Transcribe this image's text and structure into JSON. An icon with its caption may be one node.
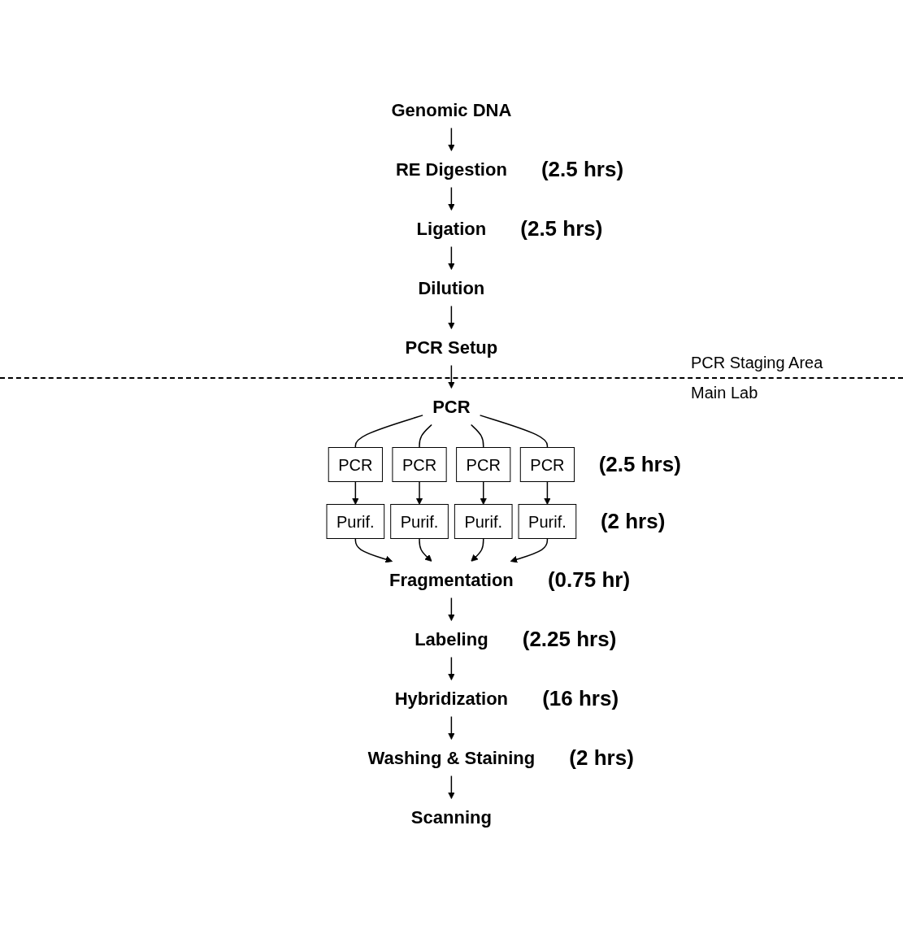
{
  "diagram": {
    "nodes": [
      {
        "text": [
          "Genomic DNA"
        ]
      },
      {
        "text": [
          "RE Digestion"
        ],
        "beside": [
          "(2.5 hrs)"
        ]
      },
      {
        "text": [
          "Ligation"
        ],
        "beside": [
          "(2.5 hrs)"
        ]
      },
      {
        "text": [
          "Dilution"
        ]
      },
      {
        "text": [
          "PCR Setup"
        ]
      },
      {
        "text": [
          "PCR"
        ]
      },
      {
        "text": [
          "PCR"
        ]
      },
      {
        "text": [
          "PCR"
        ]
      },
      {
        "text": [
          "PCR"
        ]
      },
      {
        "text": [
          "PCR"
        ],
        "beside": [
          "(2.5 hrs)"
        ]
      },
      {
        "text": [
          "Purif."
        ]
      },
      {
        "text": [
          "Purif."
        ]
      },
      {
        "text": [
          "Purif."
        ]
      },
      {
        "text": [
          "Purif."
        ],
        "beside": [
          "(2 hrs)"
        ]
      },
      {
        "text": [
          "Fragmentation"
        ],
        "beside": [
          "(0.75 hr)"
        ]
      },
      {
        "text": [
          "Labeling"
        ],
        "beside": [
          "(2.25 hrs)"
        ]
      },
      {
        "text": [
          "Hybridization"
        ],
        "beside": [
          "(16 hrs)"
        ]
      },
      {
        "text": [
          "Washing & Staining"
        ],
        "beside": [
          "(2 hrs)"
        ]
      },
      {
        "text": [
          "Scanning"
        ]
      }
    ],
    "edges": [
      {
        "from": 0,
        "to": 1,
        "arrow": "to"
      },
      {
        "from": 1,
        "to": 2,
        "arrow": "to"
      },
      {
        "from": 2,
        "to": 3,
        "arrow": "to"
      },
      {
        "from": 3,
        "to": 4,
        "arrow": "to"
      },
      {
        "from": 4,
        "to": 5,
        "arrow": "to"
      },
      {
        "from": 5,
        "to": 6,
        "arrow": "none"
      },
      {
        "from": 5,
        "to": 7,
        "arrow": "none"
      },
      {
        "from": 5,
        "to": 8,
        "arrow": "none"
      },
      {
        "from": 5,
        "to": 9,
        "arrow": "none"
      },
      {
        "from": 6,
        "to": 10,
        "arrow": "to"
      },
      {
        "from": 7,
        "to": 11,
        "arrow": "to"
      },
      {
        "from": 8,
        "to": 12,
        "arrow": "to"
      },
      {
        "from": 9,
        "to": 13,
        "arrow": "to"
      },
      {
        "from": 10,
        "to": 14,
        "arrow": "to"
      },
      {
        "from": 11,
        "to": 14,
        "arrow": "to"
      },
      {
        "from": 12,
        "to": 14,
        "arrow": "to"
      },
      {
        "from": 13,
        "to": 14,
        "arrow": "to"
      },
      {
        "from": 14,
        "to": 15,
        "arrow": "to"
      },
      {
        "from": 15,
        "to": 16,
        "arrow": "to"
      },
      {
        "from": 16,
        "to": 17,
        "arrow": "to"
      },
      {
        "from": 17,
        "to": 18,
        "arrow": "to"
      }
    ],
    "labels": [
      "PCR Staging Area",
      "Main Lab"
    ]
  }
}
